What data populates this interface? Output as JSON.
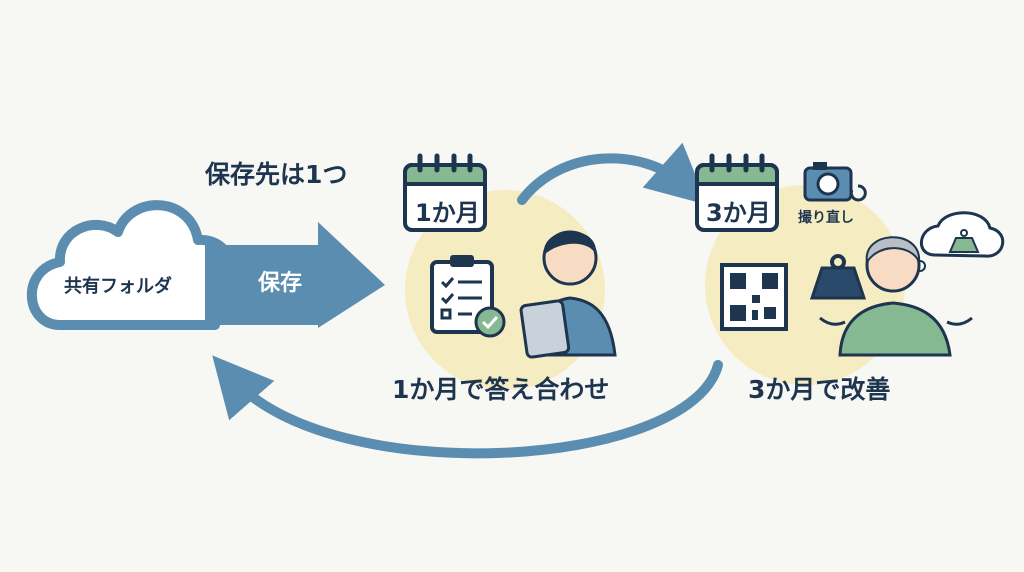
{
  "cloud_label": "共有フォルダ",
  "save_arrow_label": "保存",
  "single_destination": "保存先は1つ",
  "step1": {
    "calendar": "1か月",
    "caption": "1か月で答え合わせ"
  },
  "step2": {
    "calendar": "3か月",
    "caption": "3か月で改善",
    "retake_label": "撮り直し"
  },
  "colors": {
    "navy": "#1e3550",
    "arrow": "#5b8db0",
    "green": "#86b892",
    "highlight": "#f5ecc2"
  }
}
